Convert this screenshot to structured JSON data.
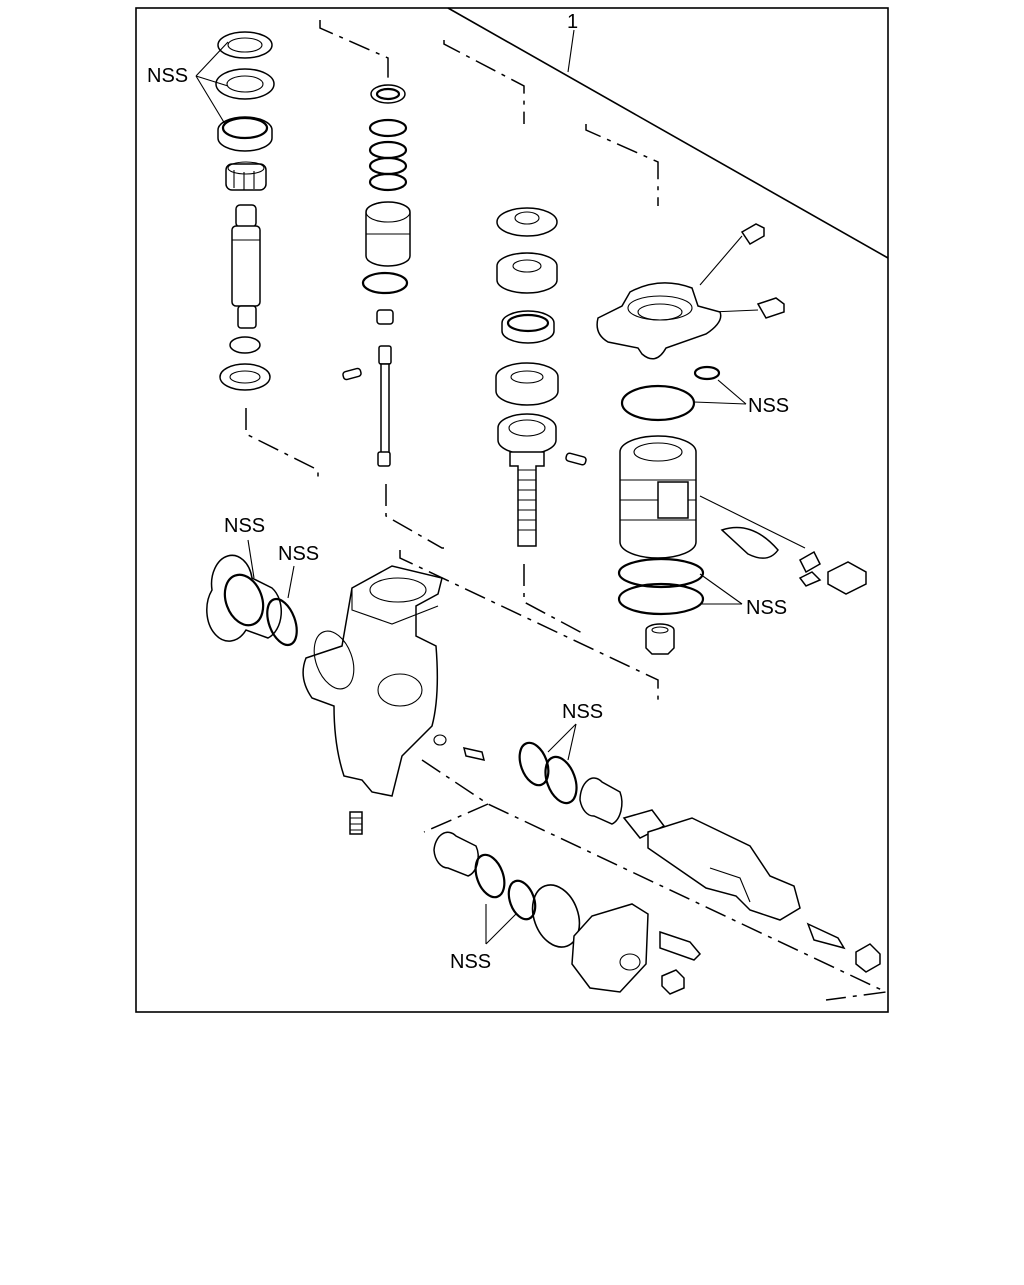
{
  "diagram": {
    "callout_number": "1",
    "nss_labels": [
      "NSS",
      "NSS",
      "NSS",
      "NSS",
      "NSS",
      "NSS",
      "NSS"
    ]
  }
}
